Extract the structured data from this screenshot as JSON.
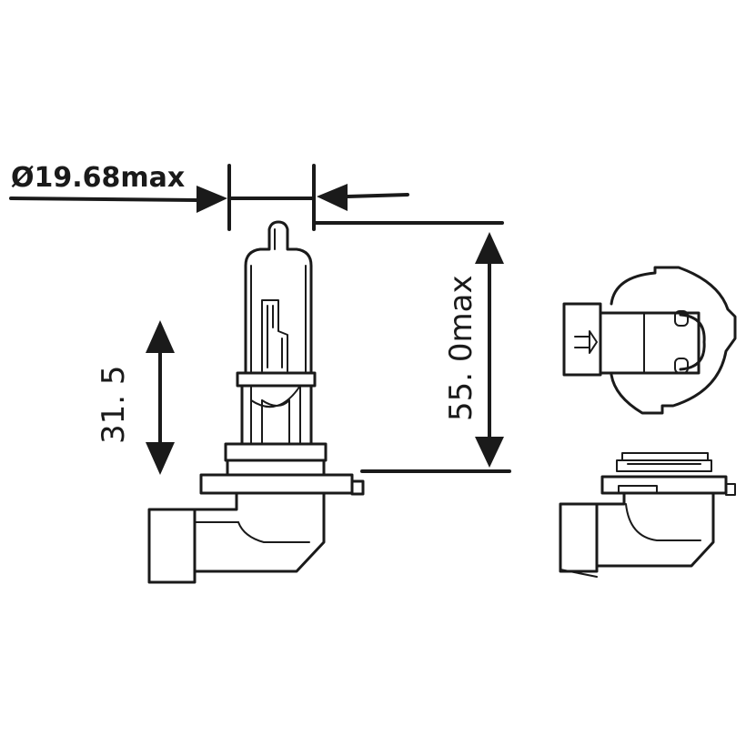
{
  "diagram": {
    "dimensions": {
      "diameter_label": "Ø19.68max",
      "height_label": "55. 0max",
      "base_label": "31. 5"
    },
    "colors": {
      "line": "#1a1a1a",
      "background": "#ffffff"
    }
  }
}
